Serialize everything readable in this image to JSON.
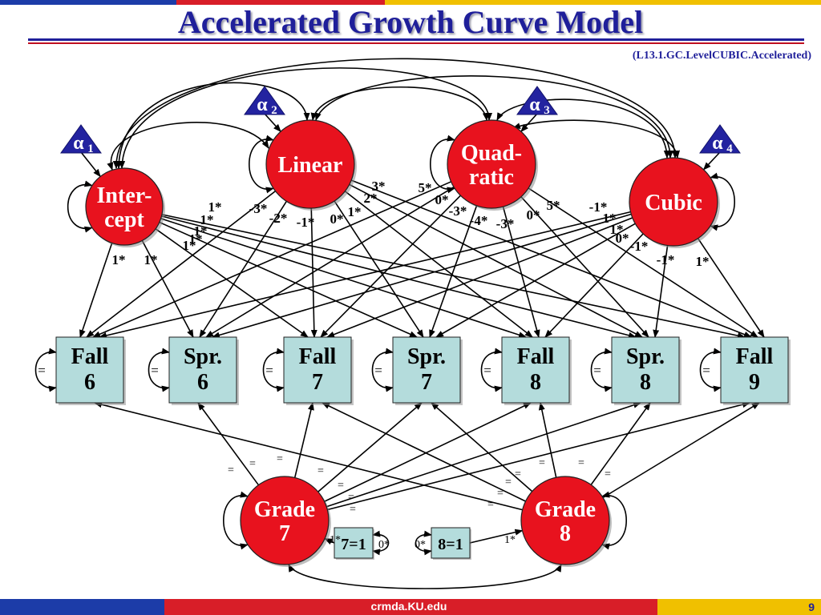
{
  "slide": {
    "title": "Accelerated Growth Curve Model",
    "subtitle": "(L13.1.GC.LevelCUBIC.Accelerated)",
    "footer_url": "crmda.KU.edu",
    "page_number": "9"
  },
  "colors": {
    "latent_fill": "#e8121e",
    "indicator_fill": "#b4dcdc",
    "constant_fill": "#2323a0",
    "title_color": "#1f1f9a",
    "strip_blue": "#1c3ca8",
    "strip_red": "#d81e28",
    "strip_yellow": "#f0c000"
  },
  "latents": [
    {
      "id": "intercept",
      "lines": [
        "Inter-",
        "cept"
      ]
    },
    {
      "id": "linear",
      "lines": [
        "Linear"
      ]
    },
    {
      "id": "quadratic",
      "lines": [
        "Quad-",
        "ratic"
      ]
    },
    {
      "id": "cubic",
      "lines": [
        "Cubic"
      ]
    },
    {
      "id": "grade7",
      "lines": [
        "Grade",
        "7"
      ]
    },
    {
      "id": "grade8",
      "lines": [
        "Grade",
        "8"
      ]
    }
  ],
  "constants": [
    {
      "id": "alpha1",
      "symbol": "α",
      "sub": "1"
    },
    {
      "id": "alpha2",
      "symbol": "α",
      "sub": "2"
    },
    {
      "id": "alpha3",
      "symbol": "α",
      "sub": "3"
    },
    {
      "id": "alpha4",
      "symbol": "α",
      "sub": "4"
    }
  ],
  "indicators": [
    {
      "id": "fall6",
      "lines": [
        "Fall",
        "6"
      ],
      "residual_label": "="
    },
    {
      "id": "spr6",
      "lines": [
        "Spr.",
        "6"
      ],
      "residual_label": "="
    },
    {
      "id": "fall7",
      "lines": [
        "Fall",
        "7"
      ],
      "residual_label": "="
    },
    {
      "id": "spr7",
      "lines": [
        "Spr.",
        "7"
      ],
      "residual_label": "="
    },
    {
      "id": "fall8",
      "lines": [
        "Fall",
        "8"
      ],
      "residual_label": "="
    },
    {
      "id": "spr8",
      "lines": [
        "Spr.",
        "8"
      ],
      "residual_label": "="
    },
    {
      "id": "fall9",
      "lines": [
        "Fall",
        "9"
      ],
      "residual_label": "="
    }
  ],
  "constraint_boxes": [
    {
      "id": "box7",
      "label": "7=1",
      "self_label": "0*",
      "path_label": "1*"
    },
    {
      "id": "box8",
      "label": "8=1",
      "self_label": "0*",
      "path_label": "1*"
    }
  ],
  "loading_labels": [
    {
      "id": "int-a",
      "text": "1*"
    },
    {
      "id": "int-b",
      "text": "1*"
    },
    {
      "id": "int-c",
      "text": "1*"
    },
    {
      "id": "int-d",
      "text": "1*"
    },
    {
      "id": "int-e",
      "text": "1*"
    },
    {
      "id": "int-f",
      "text": "1*"
    },
    {
      "id": "int-g",
      "text": "1*"
    },
    {
      "id": "lin-a",
      "text": "-3*"
    },
    {
      "id": "lin-b",
      "text": "-2*"
    },
    {
      "id": "lin-c",
      "text": "-1*"
    },
    {
      "id": "lin-d",
      "text": "0*"
    },
    {
      "id": "lin-e",
      "text": "1*"
    },
    {
      "id": "lin-f",
      "text": "2*"
    },
    {
      "id": "lin-g",
      "text": "3*"
    },
    {
      "id": "quad-a",
      "text": "5*"
    },
    {
      "id": "quad-b",
      "text": "0*"
    },
    {
      "id": "quad-c",
      "text": "-3*"
    },
    {
      "id": "quad-d",
      "text": "-4*"
    },
    {
      "id": "quad-e",
      "text": "-3*"
    },
    {
      "id": "quad-f",
      "text": "0*"
    },
    {
      "id": "quad-g",
      "text": "5*"
    },
    {
      "id": "cub-a",
      "text": "-1*"
    },
    {
      "id": "cub-b",
      "text": "1*"
    },
    {
      "id": "cub-c",
      "text": "1*"
    },
    {
      "id": "cub-d",
      "text": "0*"
    },
    {
      "id": "cub-e",
      "text": "-1*"
    },
    {
      "id": "cub-f",
      "text": "-1*"
    },
    {
      "id": "cub-g",
      "text": "1*"
    }
  ],
  "equality_labels": [
    {
      "id": "eq-1",
      "text": "="
    },
    {
      "id": "eq-2",
      "text": "="
    },
    {
      "id": "eq-3",
      "text": "="
    },
    {
      "id": "eq-4",
      "text": "="
    },
    {
      "id": "eq-5",
      "text": "="
    },
    {
      "id": "eq-6",
      "text": "="
    },
    {
      "id": "eq-7",
      "text": "="
    },
    {
      "id": "eq-8",
      "text": "="
    },
    {
      "id": "eq-9",
      "text": "="
    },
    {
      "id": "eq-10",
      "text": "="
    },
    {
      "id": "eq-11",
      "text": "="
    },
    {
      "id": "eq-12",
      "text": "="
    },
    {
      "id": "eq-13",
      "text": "="
    },
    {
      "id": "eq-14",
      "text": "="
    }
  ]
}
